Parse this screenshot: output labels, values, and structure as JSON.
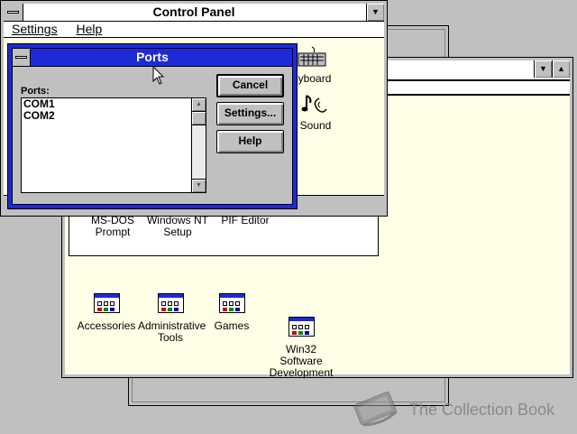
{
  "control_panel": {
    "title": "Control Panel",
    "menu": [
      "Settings",
      "Help"
    ],
    "items": [
      {
        "label": "eyboard",
        "icon": "keyboard-icon"
      },
      {
        "label": "Sound",
        "icon": "sound-icon"
      }
    ]
  },
  "program_manager": {
    "main_group_items": [
      "MS-DOS Prompt",
      "Windows NT Setup",
      "PIF Editor"
    ],
    "group_icons": [
      "Accessories",
      "Administrative Tools",
      "Games",
      "Win32 Software Development"
    ]
  },
  "ports_dialog": {
    "title": "Ports",
    "ports_label": "Ports:",
    "ports": [
      "COM1",
      "COM2"
    ],
    "buttons": {
      "cancel": "Cancel",
      "settings": "Settings...",
      "help": "Help"
    }
  },
  "watermark": "The Collection Book",
  "colors": {
    "desktop": "#c0c0c0",
    "active_title": "#1d2bd6",
    "client_background": "#ffffe8",
    "window_frame": "#c0c0c0"
  }
}
